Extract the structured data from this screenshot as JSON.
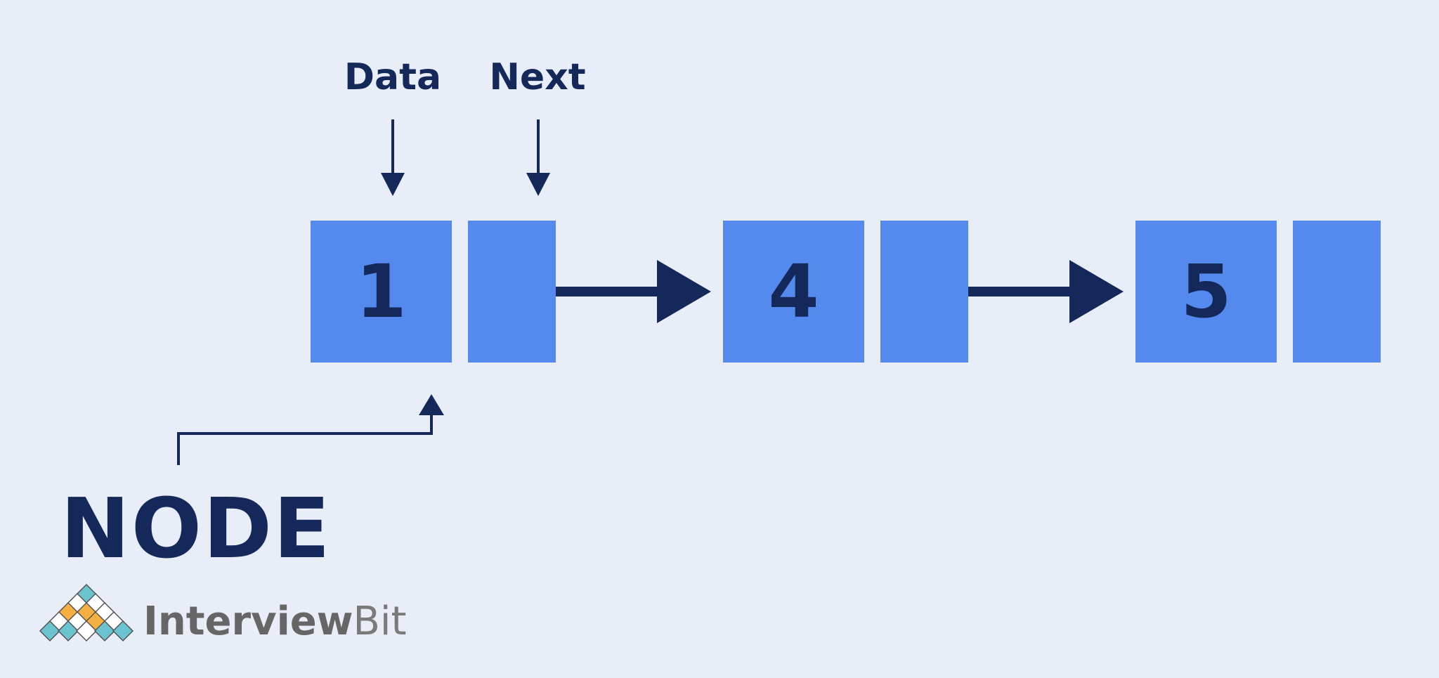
{
  "labels": {
    "data": "Data",
    "next": "Next",
    "node": "NODE"
  },
  "nodes": [
    {
      "value": "1"
    },
    {
      "value": "4"
    },
    {
      "value": "5"
    }
  ],
  "logo": {
    "name_part1": "Interview",
    "name_part2": "Bit"
  },
  "colors": {
    "background": "#e8edf8",
    "box": "#5489ee",
    "ink": "#14295a",
    "logo_teal": "#6cc3d0",
    "logo_orange": "#f5b041",
    "logo_text": "#666666"
  }
}
